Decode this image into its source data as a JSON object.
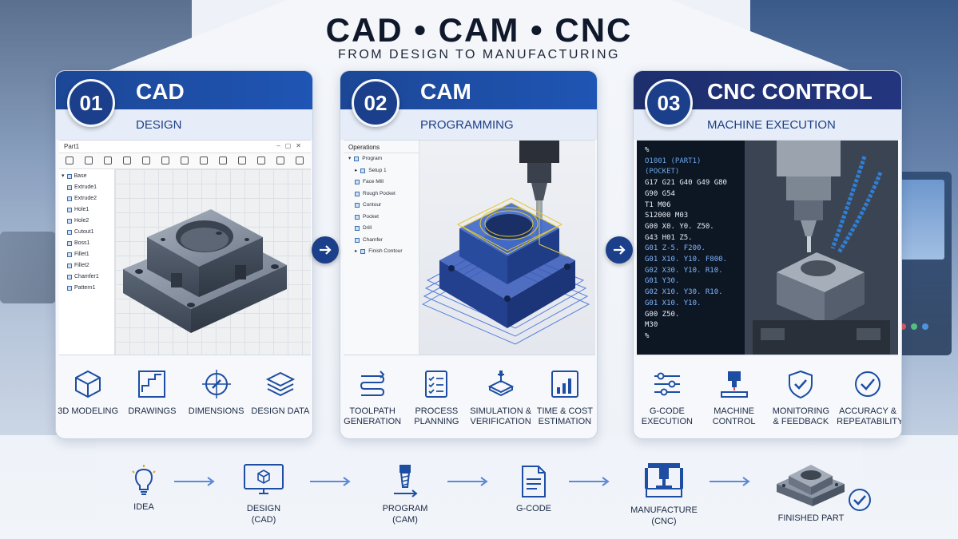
{
  "header": {
    "title": "CAD • CAM • CNC",
    "subtitle": "FROM DESIGN TO MANUFACTURING"
  },
  "panels": {
    "cad": {
      "number": "01",
      "name": "CAD",
      "desc": "DESIGN",
      "window_title": "Part1",
      "tree": [
        "Base",
        "Extrude1",
        "Extrude2",
        "Hole1",
        "Hole2",
        "Cutout1",
        "Boss1",
        "Fillet1",
        "Fillet2",
        "Chamfer1",
        "Pattern1"
      ],
      "features": [
        "3D MODELING",
        "DRAWINGS",
        "DIMENSIONS",
        "DESIGN DATA"
      ]
    },
    "cam": {
      "number": "02",
      "name": "CAM",
      "desc": "PROGRAMMING",
      "ops_title": "Operations",
      "ops": [
        "Program",
        "Setup 1",
        "Face Mill",
        "Rough Pocket",
        "Contour",
        "Pocket",
        "Drill",
        "Chamfer",
        "Finish Contour"
      ],
      "features": [
        "TOOLPATH GENERATION",
        "PROCESS PLANNING",
        "SIMULATION & VERIFICATION",
        "TIME & COST ESTIMATION"
      ]
    },
    "cnc": {
      "number": "03",
      "name": "CNC CONTROL",
      "desc": "MACHINE EXECUTION",
      "gcode": [
        "%",
        "O1001 (PART1)",
        "(POCKET)",
        "G17 G21 G40 G49 G80",
        "G90 G54",
        "T1 M06",
        "S12000 M03",
        "G00 X0. Y0. Z50.",
        "G43 H01 Z5.",
        "G01 Z-5. F200.",
        "G01 X10. Y10. F800.",
        "G02 X30. Y10. R10.",
        "G01 Y30.",
        "G02 X10. Y30. R10.",
        "G01 X10. Y10.",
        "G00 Z50.",
        "M30",
        "%"
      ],
      "features": [
        "G-CODE EXECUTION",
        "MACHINE CONTROL",
        "MONITORING & FEEDBACK",
        "ACCURACY & REPEATABILITY"
      ]
    }
  },
  "flow": {
    "idea": "IDEA",
    "design": [
      "DESIGN",
      "(CAD)"
    ],
    "program": [
      "PROGRAM",
      "(CAM)"
    ],
    "gcode": "G-CODE",
    "manufacture": [
      "MANUFACTURE",
      "(CNC)"
    ],
    "finished": "FINISHED PART"
  },
  "colors": {
    "accent": "#1c4796",
    "badge": "#1b3f8a",
    "toolpath_yellow": "#e3c73a",
    "toolpath_blue": "#2f62d6"
  }
}
